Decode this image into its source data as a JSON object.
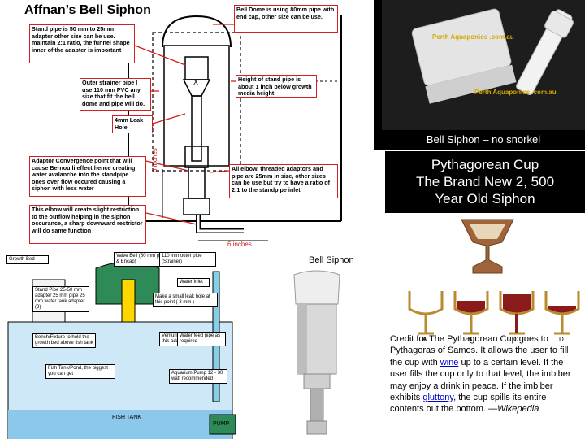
{
  "title": "Affnan’s Bell Siphon",
  "notes": {
    "stand_pipe": "Stand pipe is 50 mm to 25mm adapter other size can be use. maintain 2:1 ratio, the funnel shape inner of the adapter is important",
    "bell_dome": "Bell Dome is using 80mm pipe with end cap, other size can be use.",
    "outer_strainer": "Outer strainer pipe I use 110 mm PVC any size that fit the bell dome and pipe will do.",
    "height_stand_pipe": "Height of stand pipe is about 1 inch below growth media height",
    "leak_hole": "4mm Leak Hole",
    "adaptor_convergence": "Adaptor Convergence point that will cause Bernoulli effect hence creating water avalanche into the standpipe ones over flow occured causing a siphon with less water",
    "all_elbow": "All elbow, threaded adaptors and pipe are 25mm in size, other sizes can be use but try to have a ratio of 2:1 to the standpipe inlet",
    "this_elbow": "This elbow will create slight restriction to the outflow helping in the siphon occurance, a sharp downward restrictor will do same function",
    "six_inches_vertical": "6 inches",
    "six_inches_horizontal": "6 inches",
    "x_mark": "X"
  },
  "photo": {
    "caption": "Bell Siphon – no snorkel",
    "watermark1": "Perth Aquaponics .com.au",
    "watermark2": "Perth Aquaponics .com.au"
  },
  "pythagorean": {
    "line1": "Pythagorean Cup",
    "line2": "The Brand New 2, 500",
    "line3": "Year Old Siphon",
    "cup_labels": [
      "A",
      "B",
      "C",
      "D"
    ]
  },
  "bottom_diagram": {
    "growth_bed": "Growth Bed",
    "valve_bell": "Valve Bell (80 mm pipe & Encap)",
    "strainer": "110 mm outer pipe (Strainer)",
    "stand_pipe": "Stand Pipe 25-50 mm adapter 25 mm pipe 25 mm water tank adapter (3)",
    "water_inlet": "Water Inlet",
    "small_leak": "Make a small leak hole at this point ( 3 mm )",
    "bench": "Bench/Fixture to hold the growth bed above fish tank",
    "venturi": "Venturi Effect occur at this adapter point",
    "water_feed": "Water feed pipe as required",
    "fish_tank_pond": "Fish Tank/Pond, the biggest you can get",
    "aquarium_pump": "Aquarium Pump 12 - 30 watt recommended",
    "fish_tank": "FISH TANK",
    "pump": "PUMP"
  },
  "bell_siphon_label": "Bell Siphon",
  "credit": {
    "part1": "Credit for The Pythagorean Cup goes to Pythagoras of Samos. It allows the user to fill the cup with ",
    "link1": "wine",
    "part2": " up to a certain level. If the user fills the cup only to that level, the imbiber may enjoy a drink in peace. If the imbiber exhibits ",
    "link2": "gluttony",
    "part3": ", the cup spills its entire contents out the bottom. —",
    "source": "Wikepedia"
  },
  "colors": {
    "note_border": "#d21f1f",
    "wine": "#8b1a1a",
    "tank_green": "#2e8b57",
    "link": "#0000cc"
  }
}
